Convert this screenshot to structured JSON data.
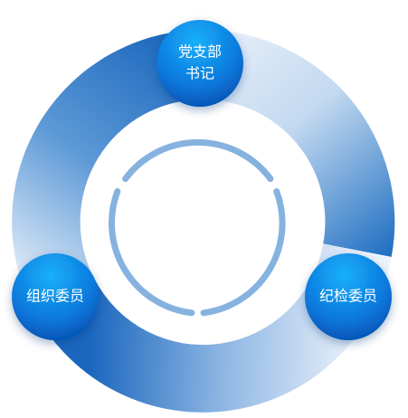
{
  "diagram": {
    "colors": {
      "ring_dark": "#1763bc",
      "ring_light": "#e9f1fa",
      "inner_ring": "#86b2df",
      "node_top": "#18a4f4",
      "node_bottom": "#0552b6",
      "label": "#ffffff"
    },
    "nodes": [
      {
        "id": "top",
        "lines": [
          "党支部",
          "书记"
        ]
      },
      {
        "id": "left",
        "lines": [
          "组织委员"
        ]
      },
      {
        "id": "right",
        "lines": [
          "纪检委员"
        ]
      }
    ]
  }
}
